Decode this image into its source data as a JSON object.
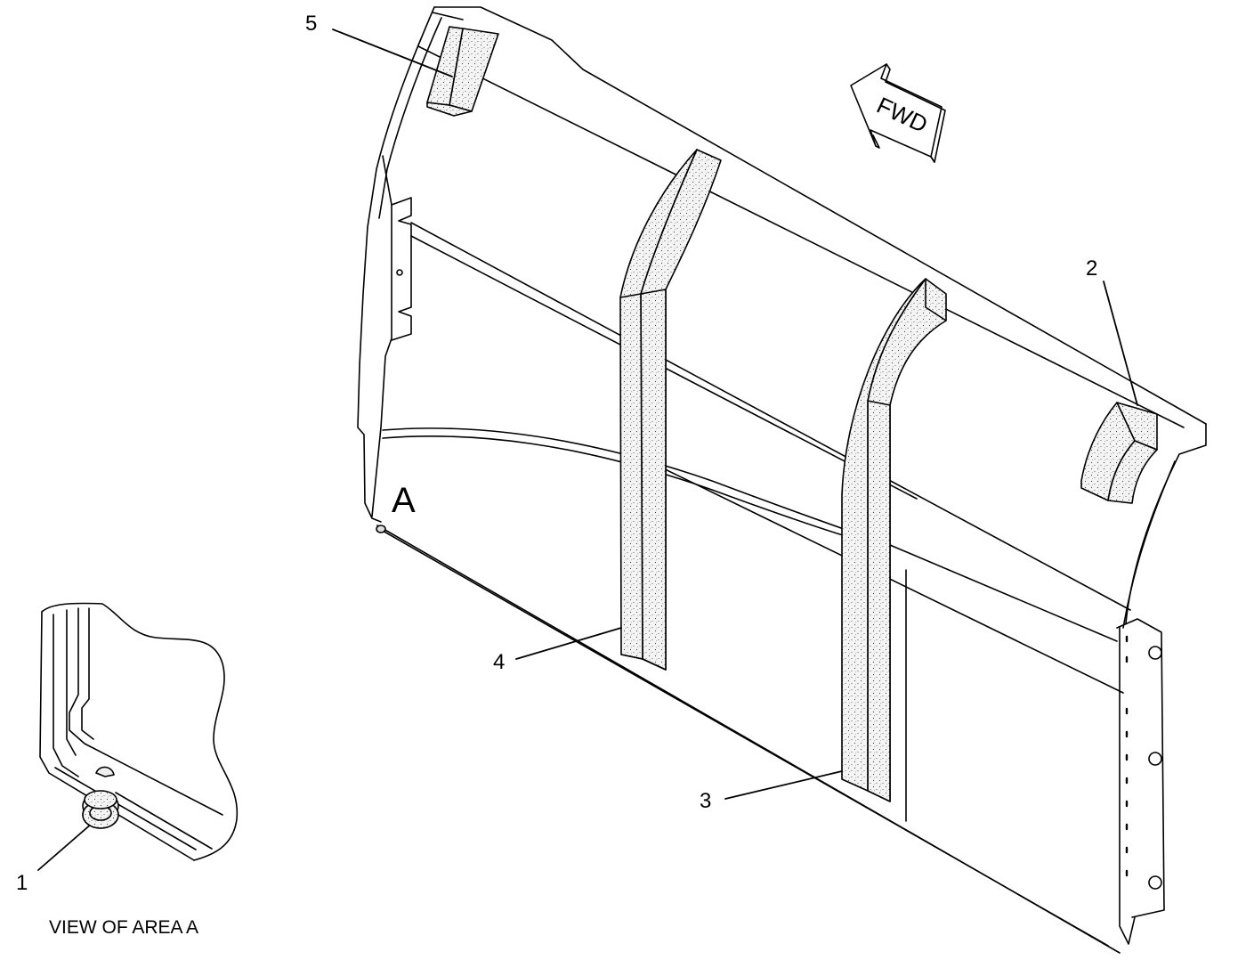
{
  "callouts": [
    {
      "number": "1"
    },
    {
      "number": "2"
    },
    {
      "number": "3"
    },
    {
      "number": "4"
    },
    {
      "number": "5"
    }
  ],
  "area_marker": "A",
  "direction_arrow": {
    "text": "FWD",
    "icon": "fwd-arrow-icon"
  },
  "detail_view": {
    "caption": "VIEW OF AREA A"
  },
  "colors": {
    "line": "#000000",
    "background": "#ffffff",
    "foam_fill": "#f4f4f4"
  }
}
